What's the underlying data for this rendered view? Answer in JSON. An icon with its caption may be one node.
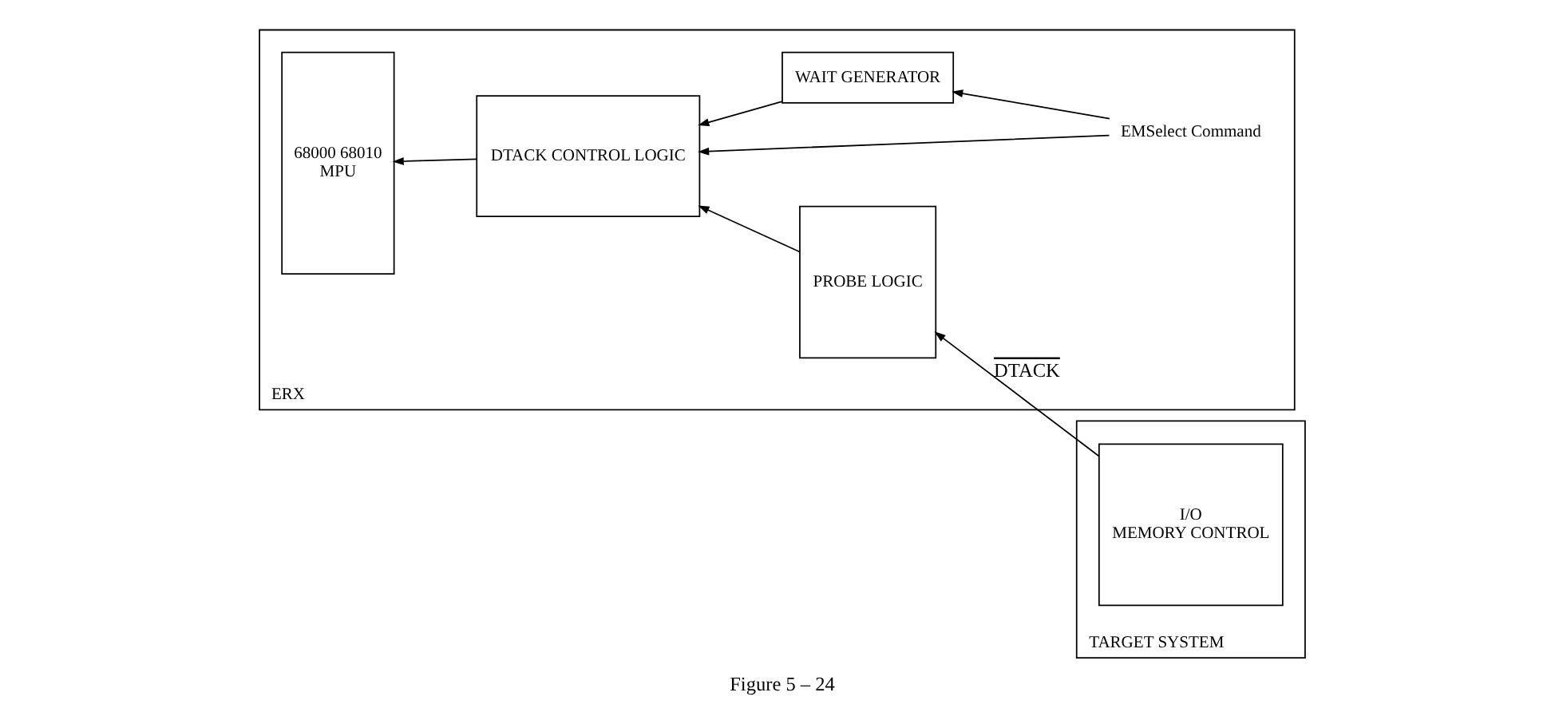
{
  "diagram": {
    "caption": "Figure 5 – 24",
    "nodes": [
      {
        "text": [
          "ERX"
        ]
      },
      {
        "text": [
          "68000 68010",
          "MPU"
        ],
        "in": 0
      },
      {
        "text": [
          "DTACK CONTROL LOGIC"
        ],
        "in": 0
      },
      {
        "text": [
          "PROBE LOGIC"
        ],
        "in": 0
      },
      {
        "text": [
          "WAIT GENERATOR"
        ],
        "in": 0
      },
      {
        "text": [
          "EMSelect Command"
        ],
        "in": 0
      },
      {
        "text": [
          "TARGET SYSTEM"
        ]
      },
      {
        "text": [
          "I/O",
          "MEMORY CONTROL"
        ],
        "in": 6
      }
    ],
    "edges": [
      {
        "from": 2,
        "to": 1,
        "arrow": "to"
      },
      {
        "from": 3,
        "to": 2,
        "arrow": "to"
      },
      {
        "from": 4,
        "to": 2,
        "arrow": "to"
      },
      {
        "from": 5,
        "to": 2,
        "arrow": "to"
      },
      {
        "from": 5,
        "to": 4,
        "arrow": "to"
      },
      {
        "from": 7,
        "to": 3,
        "arrow": "to",
        "label": "DTACK"
      }
    ]
  }
}
